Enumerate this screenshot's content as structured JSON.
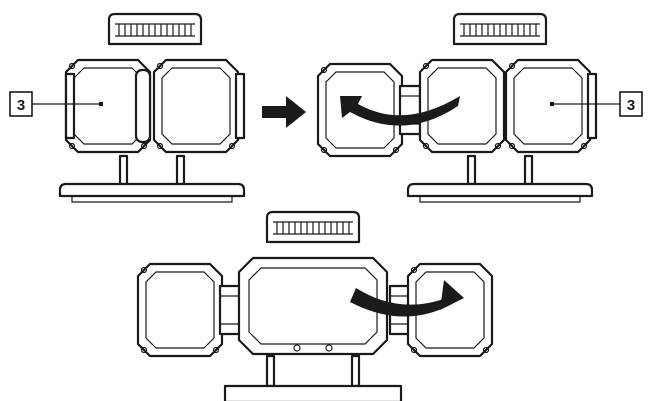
{
  "callouts": {
    "left_label": "3",
    "right_label": "3"
  },
  "steps": [
    {
      "name": "folded"
    },
    {
      "name": "opening-left-panel"
    },
    {
      "name": "opening-right-panel"
    }
  ],
  "colors": {
    "line": "#1a1a1a",
    "background": "#ffffff",
    "arrow": "#1a1a1a"
  },
  "icons": [
    "work-light",
    "rotate-arrow-icon",
    "next-step-arrow-icon",
    "screw-icon"
  ]
}
